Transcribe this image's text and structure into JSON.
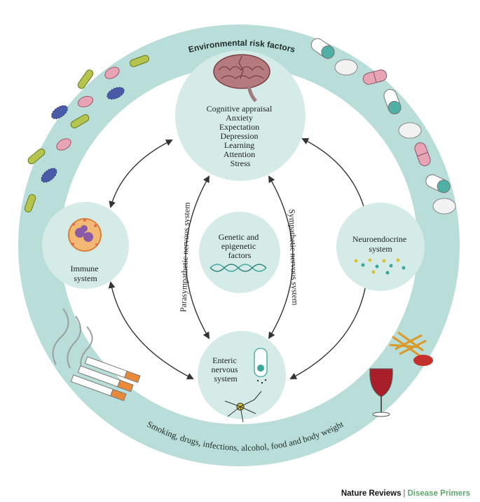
{
  "ring": {
    "top_label": "Environmental risk factors",
    "bottom_label": "Smoking, drugs, infections, alcohol, food and body weight"
  },
  "nodes": {
    "brain": {
      "lines": [
        "Cognitive appraisal",
        "Anxiety",
        "Expectation",
        "Depression",
        "Learning",
        "Attention",
        "Stress"
      ]
    },
    "immune": {
      "lines": [
        "Immune",
        "system"
      ]
    },
    "neuroendocrine": {
      "lines": [
        "Neuroendocrine",
        "system"
      ]
    },
    "enteric": {
      "lines": [
        "Enteric",
        "nervous",
        "system"
      ]
    },
    "genetic": {
      "lines": [
        "Genetic and",
        "epigenetic",
        "factors"
      ]
    }
  },
  "pathways": {
    "parasympathetic": "Parasympathetic nervous system",
    "sympathetic": "Sympathetic nervous system"
  },
  "footer": {
    "brand": "Nature Reviews",
    "separator": "|",
    "series": "Disease Primers"
  },
  "colors": {
    "ring": "#b9ddd8",
    "node_fill": "#d4ebe8",
    "accent": "#3aa69c",
    "series_green": "#5fa86f"
  }
}
